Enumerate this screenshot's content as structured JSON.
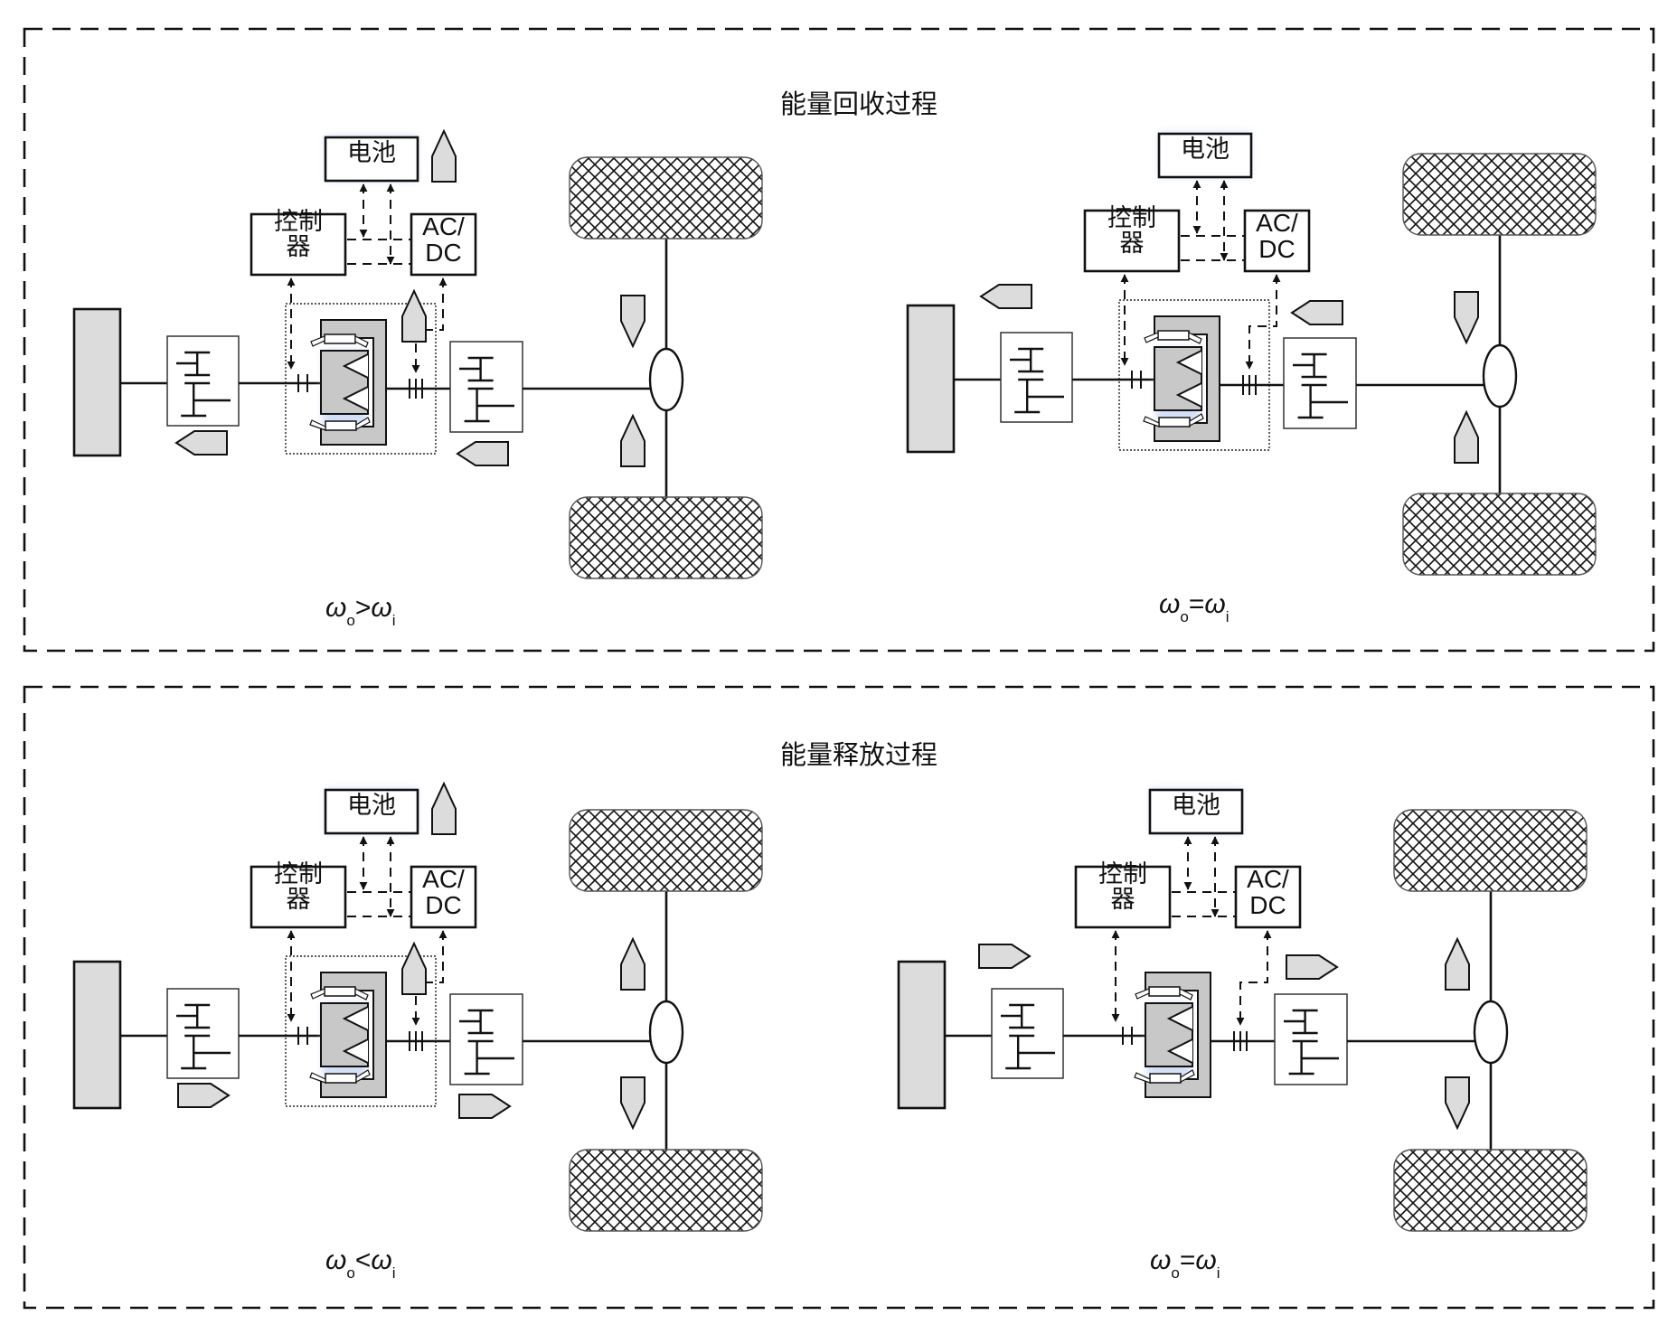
{
  "panels": [
    {
      "title": "能量回收过程",
      "diagrams": [
        {
          "battery_label": "电池",
          "controller_label": "控制器",
          "controller_lines": [
            "控制",
            "器"
          ],
          "converter_lines": [
            "AC/",
            "DC"
          ],
          "condition": {
            "symbol": "ω",
            "left_sub": "o",
            "operator": ">",
            "right_sub": "i"
          },
          "has_dotted_enclosure": true,
          "energy_arrows": {
            "battery_side": "up",
            "engine_gearbox": "left",
            "output_gearbox": "left",
            "clutch_output": "up",
            "axle_upper": "down",
            "axle_lower": "up"
          }
        },
        {
          "battery_label": "电池",
          "controller_label": "控制器",
          "controller_lines": [
            "控制",
            "器"
          ],
          "converter_lines": [
            "AC/",
            "DC"
          ],
          "condition": {
            "symbol": "ω",
            "left_sub": "o",
            "operator": "=",
            "right_sub": "i"
          },
          "has_dotted_enclosure": true,
          "energy_arrows": {
            "engine_gearbox": "left",
            "output_gearbox": "left",
            "axle_upper": "down",
            "axle_lower": "up"
          }
        }
      ]
    },
    {
      "title": "能量释放过程",
      "diagrams": [
        {
          "battery_label": "电池",
          "controller_label": "控制器",
          "controller_lines": [
            "控制",
            "器"
          ],
          "converter_lines": [
            "AC/",
            "DC"
          ],
          "condition": {
            "symbol": "ω",
            "left_sub": "o",
            "operator": "<",
            "right_sub": "i"
          },
          "has_dotted_enclosure": true,
          "energy_arrows": {
            "battery_side": "up",
            "engine_gearbox": "right",
            "output_gearbox": "right",
            "clutch_output": "up",
            "axle_upper": "up",
            "axle_lower": "down"
          }
        },
        {
          "battery_label": "电池",
          "controller_label": "控制器",
          "controller_lines": [
            "控制",
            "器"
          ],
          "converter_lines": [
            "AC/",
            "DC"
          ],
          "condition": {
            "symbol": "ω",
            "left_sub": "o",
            "operator": "=",
            "right_sub": "i"
          },
          "has_dotted_enclosure": false,
          "energy_arrows": {
            "engine_gearbox": "right",
            "output_gearbox": "right",
            "axle_upper": "up",
            "axle_lower": "down"
          }
        }
      ]
    }
  ],
  "colors": {
    "stroke": "#111111",
    "component_fill": "#dcdcdc",
    "clutch_fill": "#c8c8c8",
    "background": "#ffffff",
    "glow": "#c9d6f5"
  }
}
